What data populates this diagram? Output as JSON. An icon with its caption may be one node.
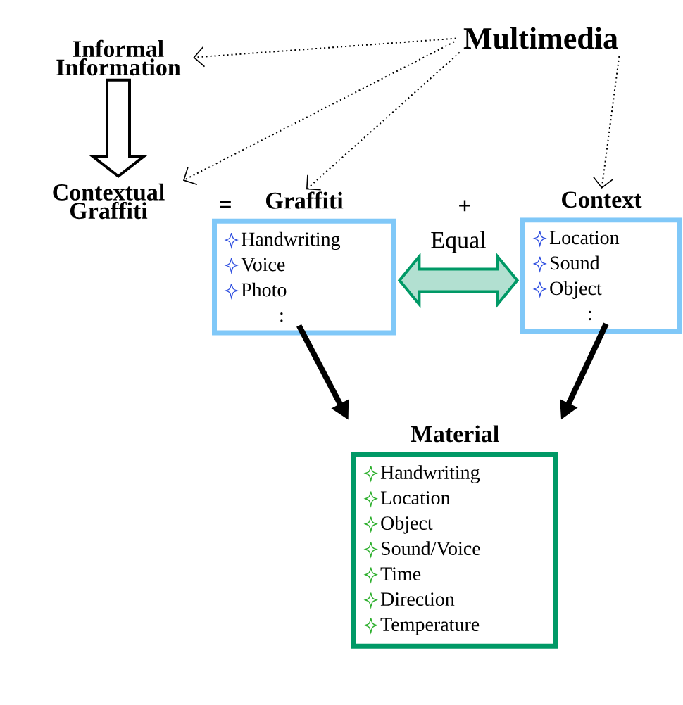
{
  "diagram": {
    "nodes": [
      {
        "text": [
          "Multimedia"
        ]
      },
      {
        "text": [
          "Informal Information"
        ]
      },
      {
        "text": [
          "Contextual Graffiti"
        ]
      },
      {
        "text": [
          "Graffiti",
          "Handwriting",
          "Voice",
          "Photo",
          ":"
        ]
      },
      {
        "text": [
          "Context",
          "Location",
          "Sound",
          "Object",
          ":"
        ]
      },
      {
        "text": [
          "Material",
          "Handwriting",
          "Location",
          "Object",
          "Sound/Voice",
          "Time",
          "Direction",
          "Temperature"
        ]
      }
    ],
    "edges": [
      {
        "from": 0,
        "to": 1,
        "arrow": "to",
        "style": "dashed"
      },
      {
        "from": 0,
        "to": 2,
        "arrow": "to",
        "style": "dashed"
      },
      {
        "from": 0,
        "to": 3,
        "arrow": "to",
        "style": "dashed"
      },
      {
        "from": 0,
        "to": 4,
        "arrow": "to",
        "style": "dashed"
      },
      {
        "from": 1,
        "to": 2,
        "arrow": "to",
        "style": "thick"
      },
      {
        "from": 3,
        "to": 4,
        "arrow": "both",
        "label": "Equal",
        "style": "thick",
        "color": "#009966"
      },
      {
        "from": 3,
        "to": 5,
        "arrow": "to",
        "style": "thick"
      },
      {
        "from": 4,
        "to": 5,
        "arrow": "to",
        "style": "thick"
      }
    ],
    "labels": [
      "=",
      "+"
    ]
  }
}
